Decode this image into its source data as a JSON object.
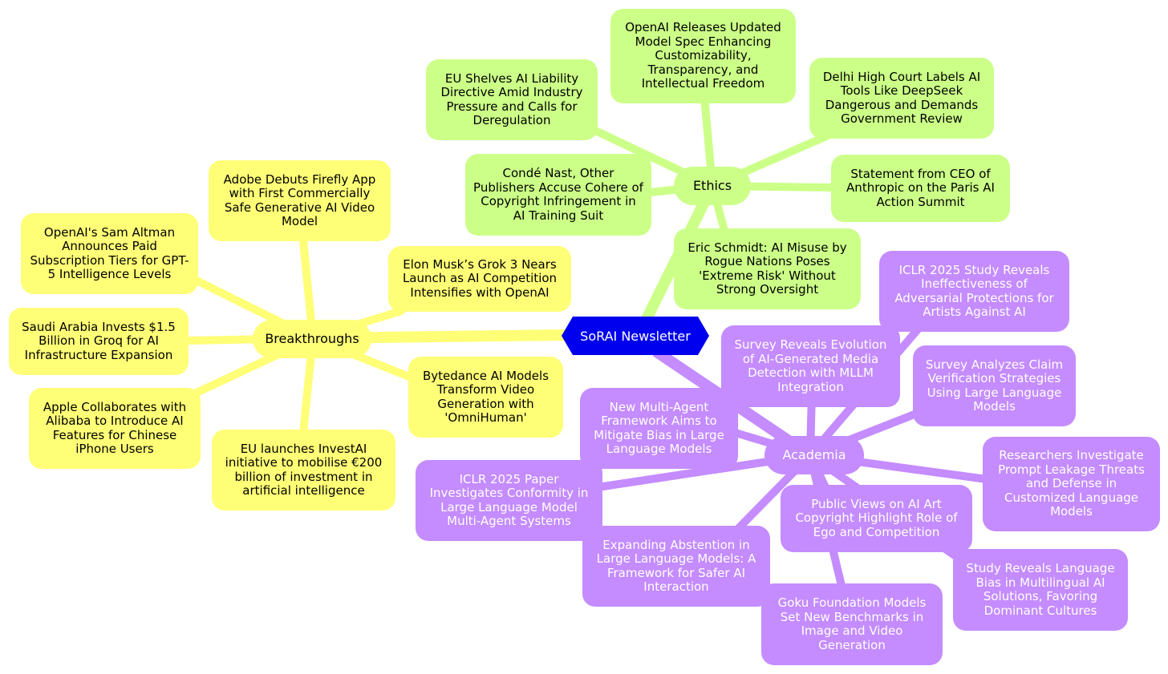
{
  "center": "SoRAI Newsletter",
  "colors": {
    "center": "#0000ee",
    "ethics": "#ccff88",
    "breakthroughs": "#ffff77",
    "academia": "#c48cff"
  },
  "branches": {
    "ethics": {
      "label": "Ethics",
      "topics": [
        "OpenAI Releases Updated Model Spec Enhancing Customizability, Transparency, and Intellectual Freedom",
        "EU Shelves AI Liability Directive Amid Industry Pressure and Calls for Deregulation",
        "Delhi High Court Labels AI Tools Like DeepSeek Dangerous and Demands Government Review",
        "Condé Nast, Other Publishers Accuse Cohere of Copyright Infringement in AI Training Suit",
        "Statement from CEO of Anthropic on the Paris AI Action Summit",
        "Eric Schmidt: AI Misuse by Rogue Nations Poses 'Extreme Risk' Without Strong Oversight"
      ]
    },
    "breakthroughs": {
      "label": "Breakthroughs",
      "topics": [
        "Adobe Debuts Firefly App with First Commercially Safe Generative AI Video Model",
        "OpenAI's Sam Altman Announces Paid Subscription Tiers for GPT-5 Intelligence Levels",
        "Elon Musk’s Grok 3 Nears Launch as AI Competition Intensifies with OpenAI",
        "Saudi Arabia Invests $1.5 Billion in Groq for AI Infrastructure Expansion",
        "Bytedance AI Models Transform Video Generation with 'OmniHuman'",
        "Apple Collaborates with Alibaba to Introduce AI Features for Chinese iPhone Users",
        "EU launches InvestAI initiative to mobilise €200 billion of investment in artificial intelligence"
      ]
    },
    "academia": {
      "label": "Academia",
      "topics": [
        "ICLR 2025 Study Reveals Ineffectiveness of Adversarial Protections for Artists Against AI",
        "Survey Reveals Evolution of AI-Generated Media Detection with MLLM Integration",
        "Survey Analyzes Claim Verification Strategies Using Large Language Models",
        "New Multi-Agent Framework Aims to Mitigate Bias in Large Language Models",
        "Researchers Investigate Prompt Leakage Threats and Defense in Customized Language Models",
        "ICLR 2025 Paper Investigates Conformity in Large Language Model Multi-Agent Systems",
        "Public Views on AI Art Copyright Highlight Role of Ego and Competition",
        "Expanding Abstention in Large Language Models: A Framework for Safer AI Interaction",
        "Study Reveals Language Bias in Multilingual AI Solutions, Favoring Dominant Cultures",
        "Goku Foundation Models Set New Benchmarks in Image and Video Generation"
      ]
    }
  }
}
